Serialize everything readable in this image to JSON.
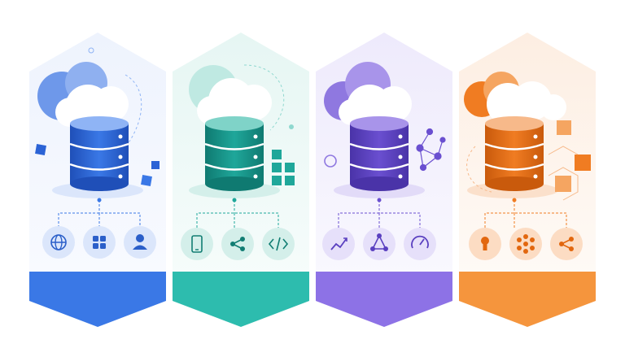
{
  "panels": [
    {
      "id": "blue",
      "accent": "#3a78e6",
      "accent_dark": "#1f4fb8",
      "accent_light": "#8fb4f5",
      "bg": "#eef3fd",
      "cloud": "#7da6ef",
      "icons": [
        "globe-icon",
        "grid-apps-icon",
        "user-icon"
      ]
    },
    {
      "id": "teal",
      "accent": "#1fa79a",
      "accent_dark": "#0f7a71",
      "accent_light": "#8fd8cf",
      "bg": "#e9f7f5",
      "cloud": "#9bdcd3",
      "icons": [
        "mobile-phone-icon",
        "share-icon",
        "code-icon"
      ]
    },
    {
      "id": "purple",
      "accent": "#6a4fd0",
      "accent_dark": "#4a33a8",
      "accent_light": "#b3a3ee",
      "bg": "#f1eefc",
      "cloud": "#a08de8",
      "icons": [
        "trend-chart-icon",
        "network-triangle-icon",
        "gauge-icon"
      ]
    },
    {
      "id": "orange",
      "accent": "#f07c22",
      "accent_dark": "#c95a0c",
      "accent_light": "#f7b98a",
      "bg": "#fdf1e7",
      "cloud": "#f5a561",
      "icons": [
        "keyhole-icon",
        "cluster-icon",
        "share-icon"
      ]
    }
  ]
}
